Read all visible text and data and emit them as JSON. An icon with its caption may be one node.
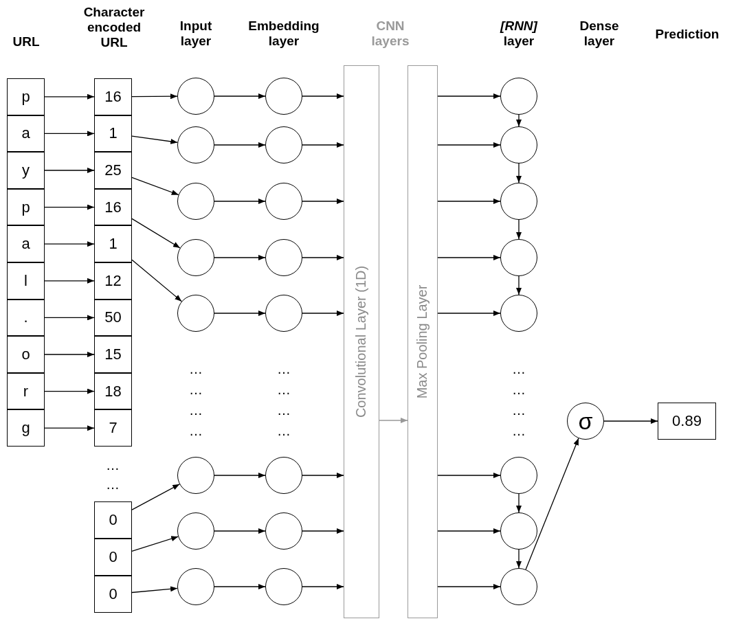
{
  "diagram": {
    "nodes": [
      {
        "text": [
          "p"
        ]
      },
      {
        "text": [
          "a"
        ]
      },
      {
        "text": [
          "y"
        ]
      },
      {
        "text": [
          "p"
        ]
      },
      {
        "text": [
          "a"
        ]
      },
      {
        "text": [
          "l"
        ]
      },
      {
        "text": [
          "."
        ]
      },
      {
        "text": [
          "o"
        ]
      },
      {
        "text": [
          "r"
        ]
      },
      {
        "text": [
          "g"
        ]
      },
      {
        "text": [
          "16"
        ]
      },
      {
        "text": [
          "1"
        ]
      },
      {
        "text": [
          "25"
        ]
      },
      {
        "text": [
          "16"
        ]
      },
      {
        "text": [
          "1"
        ]
      },
      {
        "text": [
          "12"
        ]
      },
      {
        "text": [
          "50"
        ]
      },
      {
        "text": [
          "15"
        ]
      },
      {
        "text": [
          "18"
        ]
      },
      {
        "text": [
          "7"
        ]
      },
      {
        "text": [
          "0"
        ]
      },
      {
        "text": [
          "0"
        ]
      },
      {
        "text": [
          "0"
        ]
      },
      {
        "text": [],
        "shape": "circle"
      },
      {
        "text": [],
        "shape": "circle"
      },
      {
        "text": [],
        "shape": "circle"
      },
      {
        "text": [],
        "shape": "circle"
      },
      {
        "text": [],
        "shape": "circle"
      },
      {
        "text": [],
        "shape": "circle"
      },
      {
        "text": [],
        "shape": "circle"
      },
      {
        "text": [],
        "shape": "circle"
      },
      {
        "text": [],
        "shape": "circle"
      },
      {
        "text": [],
        "shape": "circle"
      },
      {
        "text": [],
        "shape": "circle"
      },
      {
        "text": [],
        "shape": "circle"
      },
      {
        "text": [],
        "shape": "circle"
      },
      {
        "text": [],
        "shape": "circle"
      },
      {
        "text": [],
        "shape": "circle"
      },
      {
        "text": [],
        "shape": "circle"
      },
      {
        "text": [
          "Convolutional Layer (1D)"
        ]
      },
      {
        "text": [
          "Max Pooling Layer"
        ]
      },
      {
        "text": [],
        "shape": "circle"
      },
      {
        "text": [],
        "shape": "circle"
      },
      {
        "text": [],
        "shape": "circle"
      },
      {
        "text": [],
        "shape": "circle"
      },
      {
        "text": [],
        "shape": "circle"
      },
      {
        "text": [],
        "shape": "circle"
      },
      {
        "text": [],
        "shape": "circle"
      },
      {
        "text": [],
        "shape": "circle"
      },
      {
        "text": [
          "σ"
        ]
      },
      {
        "text": [
          "0.89"
        ]
      }
    ],
    "edges": [
      {
        "from": 0,
        "to": 10,
        "arrow": "to"
      },
      {
        "from": 1,
        "to": 11,
        "arrow": "to"
      },
      {
        "from": 2,
        "to": 12,
        "arrow": "to"
      },
      {
        "from": 3,
        "to": 13,
        "arrow": "to"
      },
      {
        "from": 4,
        "to": 14,
        "arrow": "to"
      },
      {
        "from": 5,
        "to": 15,
        "arrow": "to"
      },
      {
        "from": 6,
        "to": 16,
        "arrow": "to"
      },
      {
        "from": 7,
        "to": 17,
        "arrow": "to"
      },
      {
        "from": 8,
        "to": 18,
        "arrow": "to"
      },
      {
        "from": 9,
        "to": 19,
        "arrow": "to"
      },
      {
        "from": 10,
        "to": 23,
        "arrow": "to"
      },
      {
        "from": 11,
        "to": 24,
        "arrow": "to"
      },
      {
        "from": 12,
        "to": 25,
        "arrow": "to"
      },
      {
        "from": 13,
        "to": 26,
        "arrow": "to"
      },
      {
        "from": 14,
        "to": 27,
        "arrow": "to"
      },
      {
        "from": 20,
        "to": 28,
        "arrow": "to"
      },
      {
        "from": 21,
        "to": 29,
        "arrow": "to"
      },
      {
        "from": 22,
        "to": 30,
        "arrow": "to"
      },
      {
        "from": 23,
        "to": 31,
        "arrow": "to"
      },
      {
        "from": 24,
        "to": 32,
        "arrow": "to"
      },
      {
        "from": 25,
        "to": 33,
        "arrow": "to"
      },
      {
        "from": 26,
        "to": 34,
        "arrow": "to"
      },
      {
        "from": 27,
        "to": 35,
        "arrow": "to"
      },
      {
        "from": 28,
        "to": 36,
        "arrow": "to"
      },
      {
        "from": 29,
        "to": 37,
        "arrow": "to"
      },
      {
        "from": 30,
        "to": 38,
        "arrow": "to"
      },
      {
        "from": 31,
        "to": 39,
        "arrow": "to"
      },
      {
        "from": 32,
        "to": 39,
        "arrow": "to"
      },
      {
        "from": 33,
        "to": 39,
        "arrow": "to"
      },
      {
        "from": 34,
        "to": 39,
        "arrow": "to"
      },
      {
        "from": 35,
        "to": 39,
        "arrow": "to"
      },
      {
        "from": 36,
        "to": 39,
        "arrow": "to"
      },
      {
        "from": 37,
        "to": 39,
        "arrow": "to"
      },
      {
        "from": 38,
        "to": 39,
        "arrow": "to"
      },
      {
        "from": 39,
        "to": 40,
        "arrow": "to",
        "color": "#999999"
      },
      {
        "from": 40,
        "to": 41,
        "arrow": "to"
      },
      {
        "from": 40,
        "to": 42,
        "arrow": "to"
      },
      {
        "from": 40,
        "to": 43,
        "arrow": "to"
      },
      {
        "from": 40,
        "to": 44,
        "arrow": "to"
      },
      {
        "from": 40,
        "to": 45,
        "arrow": "to"
      },
      {
        "from": 40,
        "to": 46,
        "arrow": "to"
      },
      {
        "from": 40,
        "to": 47,
        "arrow": "to"
      },
      {
        "from": 40,
        "to": 48,
        "arrow": "to"
      },
      {
        "from": 41,
        "to": 42,
        "arrow": "to"
      },
      {
        "from": 42,
        "to": 43,
        "arrow": "to"
      },
      {
        "from": 43,
        "to": 44,
        "arrow": "to"
      },
      {
        "from": 44,
        "to": 45,
        "arrow": "to"
      },
      {
        "from": 46,
        "to": 47,
        "arrow": "to"
      },
      {
        "from": 47,
        "to": 48,
        "arrow": "to"
      },
      {
        "from": 48,
        "to": 49,
        "arrow": "to"
      },
      {
        "from": 49,
        "to": 50,
        "arrow": "to"
      }
    ],
    "labels": [
      "URL",
      "Character encoded URL",
      "Input layer",
      "Embedding layer",
      "CNN layers",
      "*[RNN]* layer",
      "Dense layer",
      "Prediction",
      "…",
      "…",
      "…",
      "…",
      "…",
      "…",
      "…",
      "…",
      "…",
      "…",
      "…",
      "…",
      "…",
      "…"
    ]
  }
}
